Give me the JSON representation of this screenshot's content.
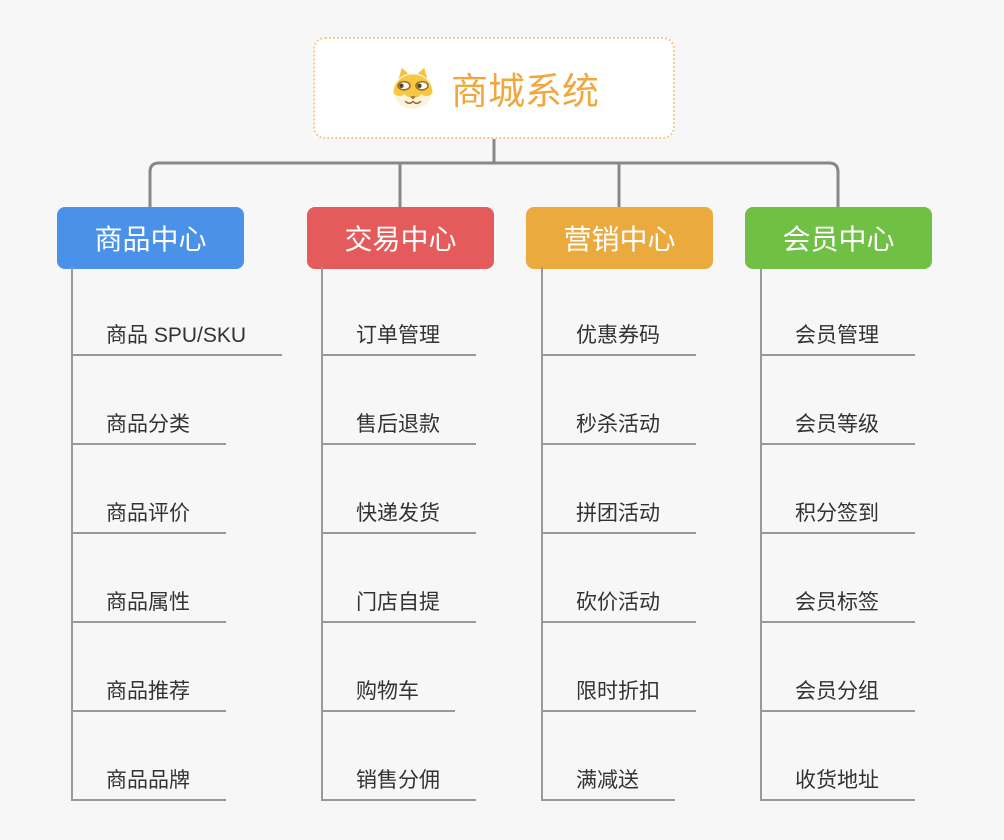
{
  "root": {
    "title": "商城系统",
    "icon": "shiba-dog-icon",
    "title_color": "#f0a83e",
    "border_color": "#f3c98f"
  },
  "branches": [
    {
      "label": "商品中心",
      "color": "#4a91e9",
      "children": [
        "商品 SPU/SKU",
        "商品分类",
        "商品评价",
        "商品属性",
        "商品推荐",
        "商品品牌"
      ]
    },
    {
      "label": "交易中心",
      "color": "#e55b5b",
      "children": [
        "订单管理",
        "售后退款",
        "快递发货",
        "门店自提",
        "购物车",
        "销售分佣"
      ]
    },
    {
      "label": "营销中心",
      "color": "#ebaa3e",
      "children": [
        "优惠券码",
        "秒杀活动",
        "拼团活动",
        "砍价活动",
        "限时折扣",
        "满减送"
      ]
    },
    {
      "label": "会员中心",
      "color": "#6fc044",
      "children": [
        "会员管理",
        "会员等级",
        "积分签到",
        "会员标签",
        "会员分组",
        "收货地址"
      ]
    }
  ],
  "connector_colors": {
    "tree_lines": "#888888",
    "child_lines": "#999999"
  },
  "background_color": "#f7f7f7"
}
